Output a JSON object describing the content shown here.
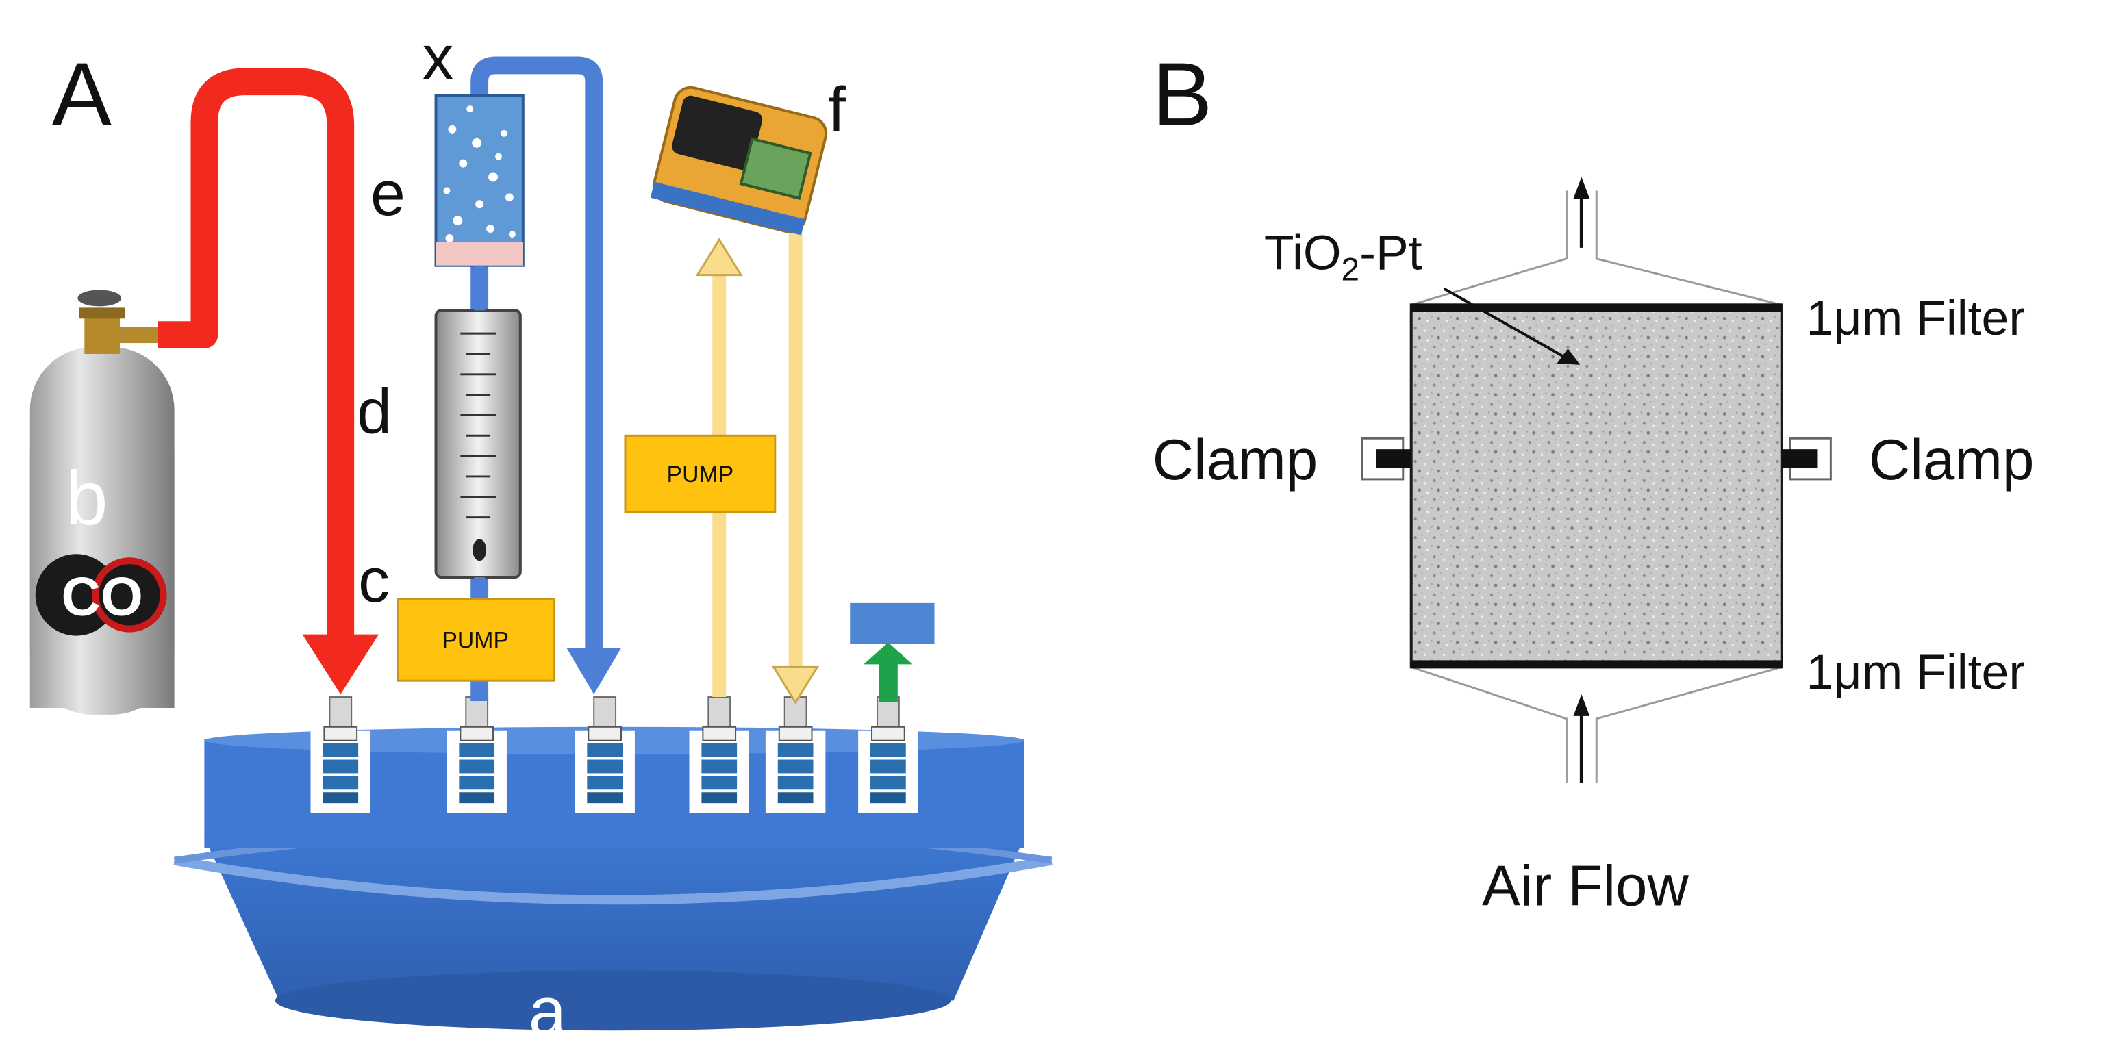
{
  "panel_a": {
    "panel_label": "A",
    "labels": {
      "a": "a",
      "b": "b",
      "c": "c",
      "d": "d",
      "e": "e",
      "f": "f",
      "x": "x"
    },
    "cylinder_text": "CO",
    "pump_left": "PUMP",
    "pump_right": "PUMP",
    "colors": {
      "co_line": "#f22a1e",
      "blue_line": "#4d7fd6",
      "yellow_line": "#f9dc8c",
      "pump_fill": "#ffc20e",
      "chamber": "#3f79d4",
      "green_arrow": "#1fa34a"
    }
  },
  "panel_b": {
    "panel_label": "B",
    "catalyst_label": "TiO",
    "catalyst_sub": "2",
    "catalyst_suffix": "-Pt",
    "top_filter": "1μm Filter",
    "bottom_filter": "1μm Filter",
    "left_clamp": "Clamp",
    "right_clamp": "Clamp",
    "flow_label": "Air Flow"
  }
}
